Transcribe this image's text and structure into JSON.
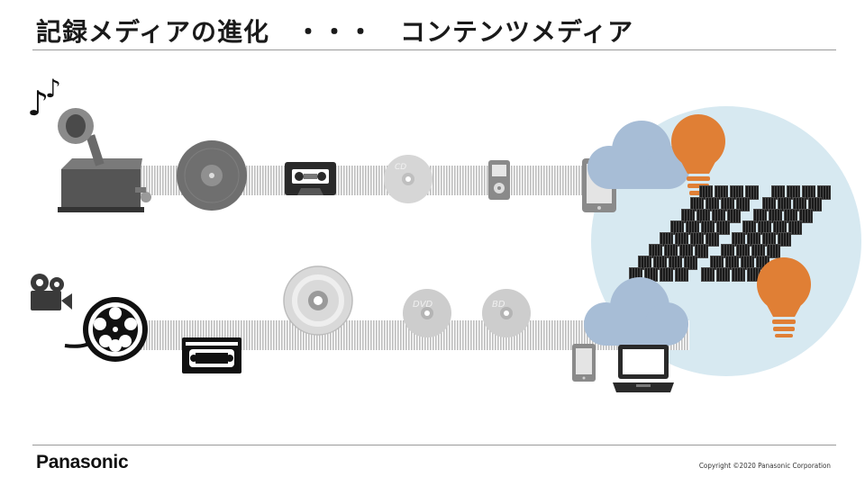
{
  "header": {
    "title": "記録メディアの進化　・・・　コンテンツメディア"
  },
  "footer": {
    "logo": "Panasonic",
    "copyright": "Copyright ©2020 Panasonic Corporation"
  },
  "music_row": {
    "items": [
      "music-note-icon",
      "gramophone-icon",
      "record-icon",
      "cassette-icon",
      "cd-icon",
      "music-player-icon",
      "tablet-icon"
    ],
    "cd_label": "CD"
  },
  "video_row": {
    "items": [
      "movie-camera-icon",
      "film-reel-icon",
      "vhs-tape-icon",
      "optical-disc-icon",
      "dvd-icon",
      "bd-icon",
      "smartphone-icon",
      "laptop-icon"
    ],
    "dvd_label": "DVD",
    "bd_label": "BD"
  },
  "cloud_area": {
    "items": [
      "cloud-icon",
      "server-rack-icon",
      "lightbulb-icon"
    ]
  },
  "colors": {
    "band": "#bdbdbd",
    "cloud": "#a7bdd6",
    "circle": "#d7e9f1",
    "bulb": "#e07f35",
    "dark": "#222222"
  }
}
